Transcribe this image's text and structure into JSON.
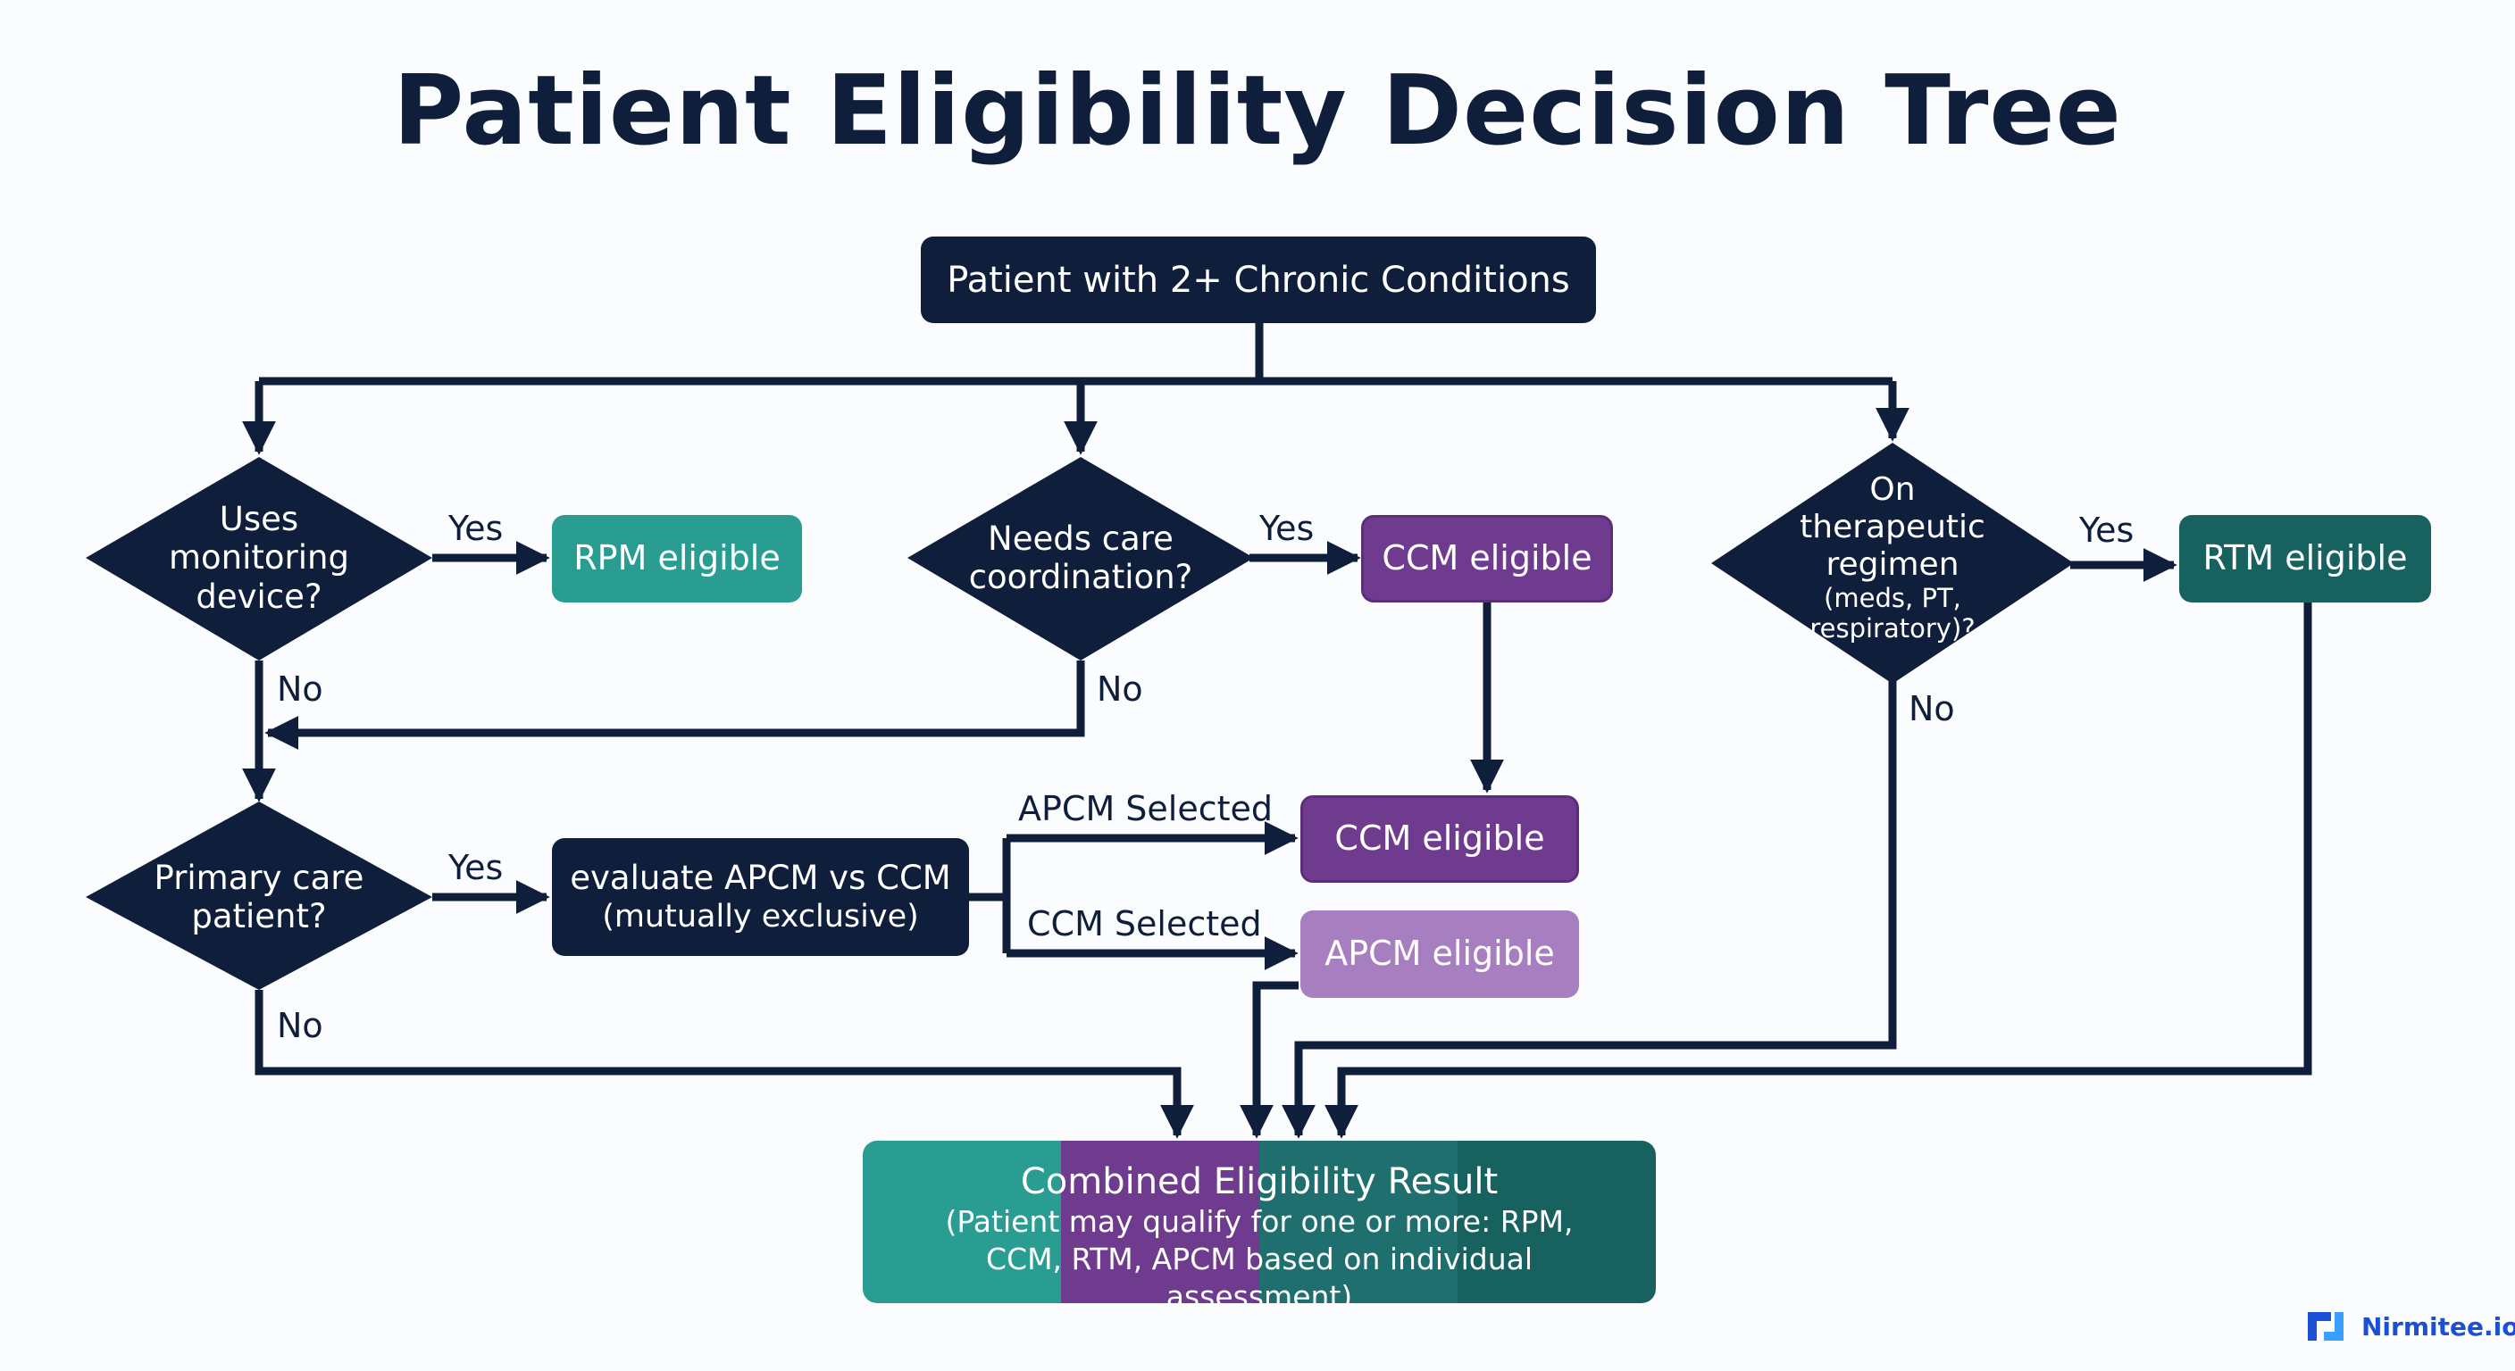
{
  "title": "Patient Eligibility Decision Tree",
  "nodes": {
    "start": "Patient with 2+ Chronic Conditions",
    "q_monitoring": "Uses monitoring device?",
    "q_coordination": "Needs care coordination?",
    "q_therapeutic_main": "On therapeutic regimen",
    "q_therapeutic_sub": "(meds, PT, respiratory)?",
    "q_primary": "Primary care patient?",
    "rpm": "RPM eligible",
    "ccm_top": "CCM eligible",
    "rtm": "RTM eligible",
    "evaluate_main": "evaluate APCM vs CCM",
    "evaluate_sub": "(mutually exclusive)",
    "ccm_mid": "CCM eligible",
    "apcm": "APCM eligible"
  },
  "edges": {
    "yes": "Yes",
    "no": "No",
    "apcm_selected": "APCM Selected",
    "ccm_selected": "CCM Selected"
  },
  "result": {
    "title": "Combined Eligibility Result",
    "subtitle": "(Patient may qualify for one or more: RPM, CCM, RTM, APCM based on individual assessment)"
  },
  "brand": {
    "name": "Nirmitee.io",
    "icon": "nirmitee-logo-icon"
  },
  "colors": {
    "navy": "#0f1e3a",
    "teal": "#2a9d93",
    "dark_teal": "#17615f",
    "purple": "#6e3b8f",
    "light_purple": "#a77fc0",
    "brand_blue": "#1a4fd6"
  }
}
